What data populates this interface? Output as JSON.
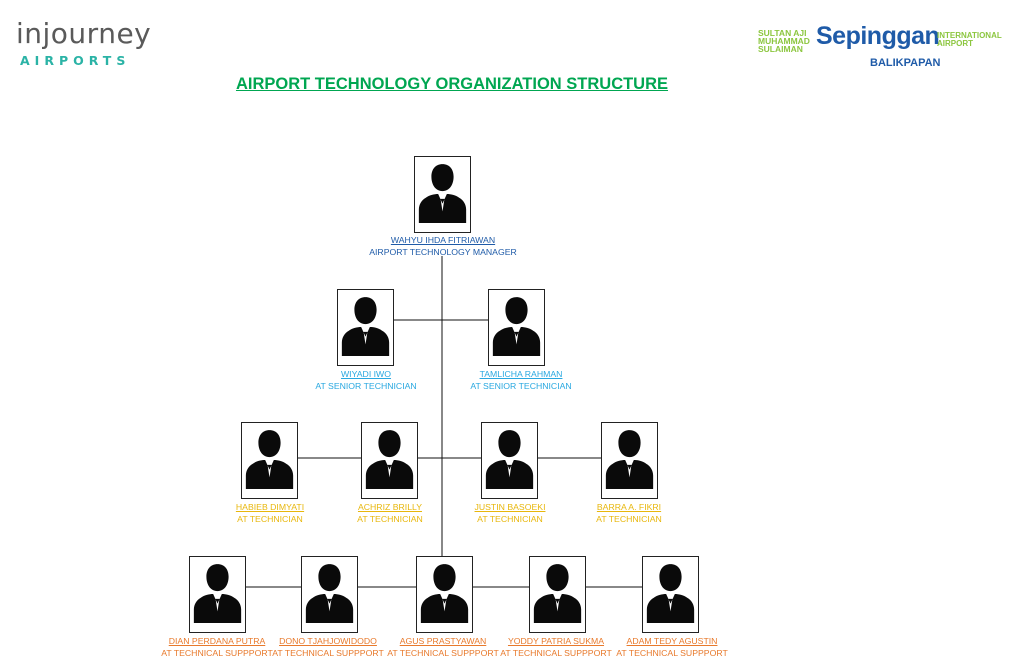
{
  "header": {
    "left_logo_text": "injourney",
    "left_logo_sub": "AIRPORTS",
    "right_logo_city": "SULTAN AJI MUHAMMAD SULAIMAN",
    "right_logo_name": "Sepinggan",
    "right_logo_intl": "INTERNATIONAL AIRPORT",
    "right_logo_location": "BALIKPAPAN",
    "title": "AIRPORT TECHNOLOGY ORGANIZATION STRUCTURE"
  },
  "colors": {
    "title": "#00a651",
    "manager": "#1f5ba8",
    "senior": "#29a8e0",
    "technician": "#e8b70c",
    "support": "#e8792b",
    "silhouette": "#0a0a0a",
    "connector": "#111111"
  },
  "manager": {
    "name": "WAHYU IHDA FITRIAWAN",
    "role": "AIRPORT TECHNOLOGY MANAGER",
    "icon": "person-silhouette-icon"
  },
  "senior_technicians": [
    {
      "name": "WIYADI IWO",
      "role": "AT SENIOR TECHNICIAN"
    },
    {
      "name": "TAMLICHA RAHMAN",
      "role": "AT SENIOR TECHNICIAN"
    }
  ],
  "technicians": [
    {
      "name": "HABIEB DIMYATI",
      "role": "AT TECHNICIAN"
    },
    {
      "name": "ACHRIZ BRILLY",
      "role": "AT TECHNICIAN"
    },
    {
      "name": "JUSTIN BASOEKI",
      "role": "AT TECHNICIAN"
    },
    {
      "name": "BARRA A. FIKRI",
      "role": "AT TECHNICIAN"
    }
  ],
  "support": [
    {
      "name": "DIAN PERDANA PUTRA",
      "role": "AT TECHNICAL SUPPPORT"
    },
    {
      "name": "DONO TJAHJOWIDODO",
      "role": "AT TECHNICAL SUPPPORT"
    },
    {
      "name": "AGUS PRASTYAWAN",
      "role": "AT TECHNICAL SUPPPORT"
    },
    {
      "name": "YODDY PATRIA SUKMA",
      "role": "AT TECHNICAL SUPPPORT"
    },
    {
      "name": "ADAM TEDY AGUSTIN",
      "role": "AT TECHNICAL SUPPPORT"
    }
  ]
}
